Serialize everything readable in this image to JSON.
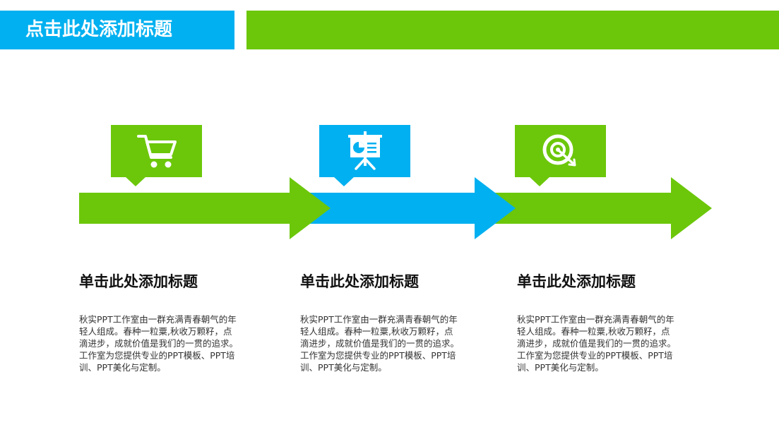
{
  "header": {
    "title": "点击此处添加标题",
    "accent_color": "#00b0f0",
    "strip_color": "#6cc70a"
  },
  "steps": [
    {
      "icon": "shopping-cart-icon",
      "color": "#6cc70a",
      "title": "单击此处添加标题",
      "desc": "秋实PPT工作室由一群充满青春朝气的年轻人组成。春种一粒粟,秋收万颗籽，点滴进步，成就价值是我们的一贯的追求。工作室为您提供专业的PPT模板、PPT培训、PPT美化与定制。"
    },
    {
      "icon": "presentation-board-icon",
      "color": "#00b0f0",
      "title": "单击此处添加标题",
      "desc": "秋实PPT工作室由一群充满青春朝气的年轻人组成。春种一粒粟,秋收万颗籽，点滴进步，成就价值是我们的一贯的追求。工作室为您提供专业的PPT模板、PPT培训、PPT美化与定制。"
    },
    {
      "icon": "target-icon",
      "color": "#6cc70a",
      "title": "单击此处添加标题",
      "desc": "秋实PPT工作室由一群充满青春朝气的年轻人组成。春种一粒粟,秋收万颗籽，点滴进步，成就价值是我们的一贯的追求。工作室为您提供专业的PPT模板、PPT培训、PPT美化与定制。"
    }
  ]
}
